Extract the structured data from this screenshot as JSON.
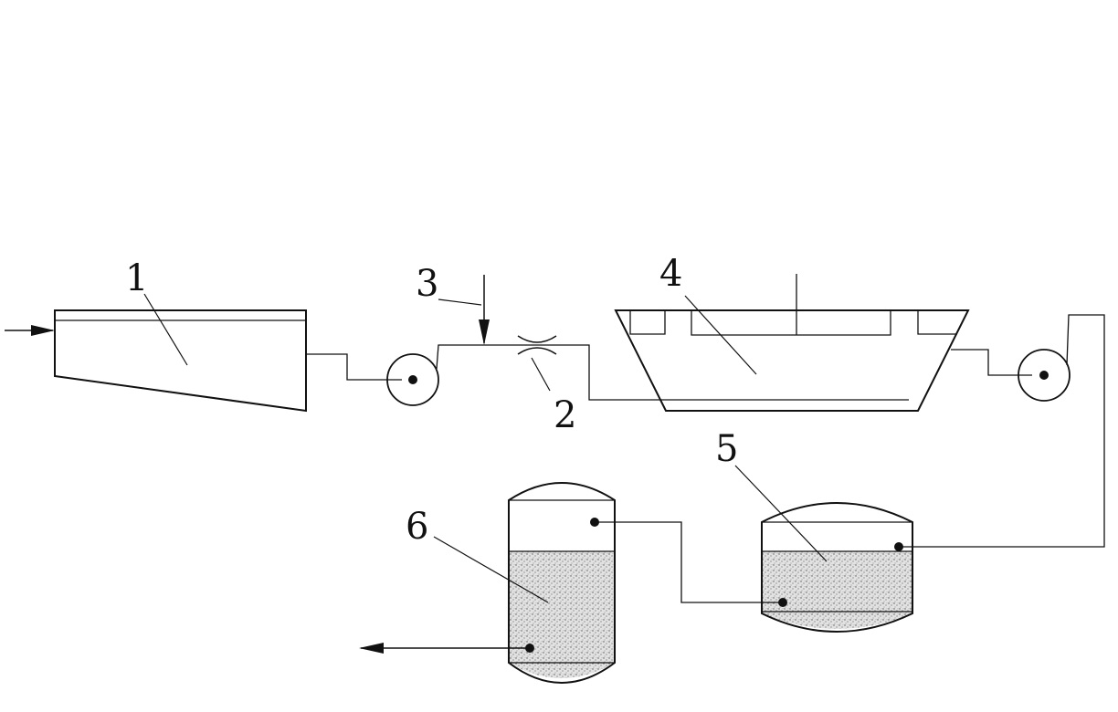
{
  "labels": {
    "l1": "1",
    "l2": "2",
    "l3": "3",
    "l4": "4",
    "l5": "5",
    "l6": "6"
  },
  "colors": {
    "ink": "#111111",
    "fill": "#ffffff",
    "media": "#d9d9d9"
  }
}
